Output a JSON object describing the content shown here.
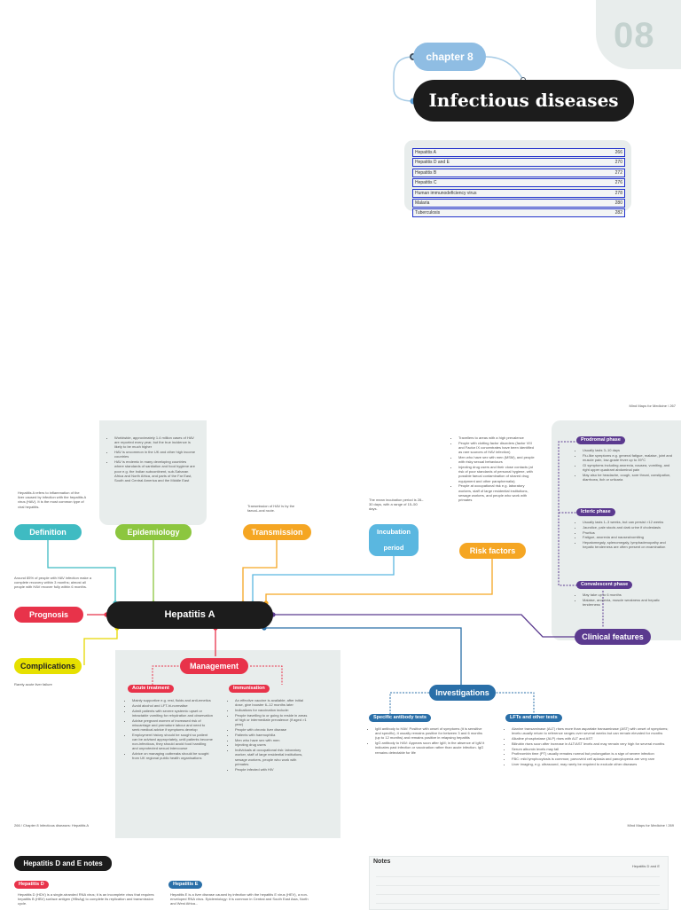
{
  "chapter": {
    "number": "08",
    "label": "chapter 8",
    "title": "Infectious diseases",
    "toc": [
      {
        "title": "Hepatitis A",
        "page": "266"
      },
      {
        "title": "Hepatitis D and E",
        "page": "270"
      },
      {
        "title": "Hepatitis B",
        "page": "272"
      },
      {
        "title": "Hepatitis C",
        "page": "276"
      },
      {
        "title": "Human immunodeficiency virus",
        "page": "278"
      },
      {
        "title": "Malaria",
        "page": "280"
      },
      {
        "title": "Tuberculosis",
        "page": "282"
      }
    ]
  },
  "headers": {
    "top_right": "Mind Maps for Medicine  \\  267",
    "bottom_left": "266  /  Chapter 8 Infectious diseases: Hepatitis A",
    "bottom_right": "Mind Maps for Medicine  \\  269"
  },
  "mindmap": {
    "center": "Hepatitis A",
    "nodes": {
      "definition": "Definition",
      "epidemiology": "Epidemiology",
      "transmission": "Transmission",
      "incubation": "Incubation period",
      "risk": "Risk factors",
      "prognosis": "Prognosis",
      "complications": "Complications",
      "management": "Management",
      "investigations": "Investigations",
      "clinical": "Clinical features"
    },
    "definition_text": "Hepatitis A refers to inflammation of the liver caused by infection with the hepatitis A virus (HAV). It is the most common type of viral hepatitis.",
    "epidemiology_items": [
      "Worldwide, approximately 1.4 million cases of HAV are reported every year, but the true incidence is likely to be much higher",
      "HAV is uncommon in the UK and other high income countries",
      "HAV is endemic in many developing countries where standards of sanitation and food hygiene are poor e.g. the Indian subcontinent, sub-Saharan Africa and North Africa, and parts of the Far East, South and Central America and the Middle East"
    ],
    "transmission_text": "Transmission of HAV is by the faecal–oral route.",
    "incubation_text": "The mean incubation period is 28–30 days, with a range of 15–50 days.",
    "risk_items": [
      "Travellers to areas with a high prevalence",
      "People with clotting factor disorders (factor VIII and Factor IX concentrates have been identified as rare sources of HAV infection)",
      "Men who have sex with men (MSM), and people with risky sexual behaviours",
      "Injecting drug users and their close contacts (at risk of poor standards of personal hygiene, with possible faecal contamination of shared drug equipment and other paraphernalia)",
      "People at occupational risk e.g. laboratory workers, staff of large residential institutions, sewage workers, and people who work with primates"
    ],
    "prognosis_text": "Around 85% of people with HAV infection make a complete recovery within 3 months; almost all people with HAV recover fully within 6 months.",
    "complications_text": "Rarely acute liver failure",
    "clinical": {
      "prodromal_label": "Prodromal phase",
      "prodromal_items": [
        "Usually lasts 3–10 days",
        "Flu-like symptoms e.g. general fatigue, malaise, joint and muscle pain, low-grade fever up to 39°C",
        "GI symptoms including anorexia, nausea, vomiting, and right upper quadrant abdominal pain",
        "May also be headache, cough, sore throat, constipation, diarrhoea, itch or urticaria"
      ],
      "icteric_label": "Icteric phase",
      "icteric_items": [
        "Usually lasts 1–3 weeks, but can persist >12 weeks",
        "Jaundice, pale stools and dark urine if cholestasis",
        "Pruritus",
        "Fatigue, anorexia and nausea/vomiting",
        "Hepatomegaly, splenomegaly, lymphadenopathy and hepatic tenderness are often present on examination"
      ],
      "convalescent_label": "Convalescent phase",
      "convalescent_items": [
        "May take up to 6 months",
        "Malaise, anorexia, muscle weakness and hepatic tenderness"
      ]
    },
    "management": {
      "acute_label": "Acute treatment",
      "acute_items": [
        "Mainly supportive e.g. rest, fluids and anti-emetics",
        "Avoid alcohol and LFT-hi-normalise",
        "Admit patients with severe systemic upset or intractable vomiting for rehydration and observation",
        "Advise pregnant women of increased risk of miscarriage and premature labour and need to seek medical advice if symptoms develop",
        "Employment history should be sought so patient can be advised appropriately, until patients become non-infectious, they should avoid food handling and unprotected sexual intercourse",
        "Advice on managing outbreaks should be sought from UK regional public health organisations"
      ],
      "immunisation_label": "Immunisation",
      "immunisation_items": [
        "An effective vaccine is available; after initial dose, give booster 6–12 months later",
        "Indications for vaccination include:",
        "People travelling to or going to reside in areas of high or intermediate prevalence (if aged >1 year)",
        "People with chronic liver disease",
        "Patients with haemophilia",
        "Men who have sex with men",
        "Injecting drug users",
        "Individuals at occupational risk: laboratory worker, staff of large residential institutions, sewage workers, people who work with primates",
        "People infected with HIV"
      ]
    },
    "investigations": {
      "specific_label": "Specific antibody tests",
      "specific_items": [
        "IgM antibody to HAV: Positive with onset of symptoms (it is sensitive and specific), it usually remains positive for between 3 and 6 months (up to 12 months) and remains positive in relapsing hepatitis",
        "IgG antibody to HAV: Appears soon after IgM; in the absence of IgM it indicates past infection or vaccination rather than acute infection. IgG remains detectable for life"
      ],
      "lft_label": "LFTs and other tests",
      "lft_items": [
        "Alanine transaminase (ALT) rises more than aspartate transaminase (AST) with onset of symptoms; levels usually return to reference ranges over several weeks but can remain elevated for months",
        "Alkaline phosphatase (ALP) rises with ALT and AST",
        "Bilirubin rises soon after increase in ALT/AST levels and may remain very high for several months",
        "Serum albumin levels may fall",
        "Prothrombin time (PT) usually remains normal but prolongation is a sign of severe infection",
        "FBC: mild lymphocytosis is common; parvovirid cell aplasia and pancytopenia are very rare",
        "Liver imaging, e.g. ultrasound, may rarely be required to exclude other diseases"
      ]
    }
  },
  "next_page": {
    "title": "Hepatitis D and E notes",
    "hepd_label": "Hepatitis D",
    "hepd_text": "Hepatitis D (HDV) is a single-stranded RNA virus; it is an incomplete virus that requires hepatitis B (HBV) surface antigen (HBsAg) to complete its replication and transmission cycle.",
    "hepe_label": "Hepatitis E",
    "hepe_text": "Hepatitis E is a liver disease caused by infection with the hepatitis E virus (HEV), a non-enveloped RNA virus. Epidemiology: it is common in Central and South East Asia, North and West Africa...",
    "notes_label": "Notes",
    "notes_header": "Hepatitis D and E"
  }
}
